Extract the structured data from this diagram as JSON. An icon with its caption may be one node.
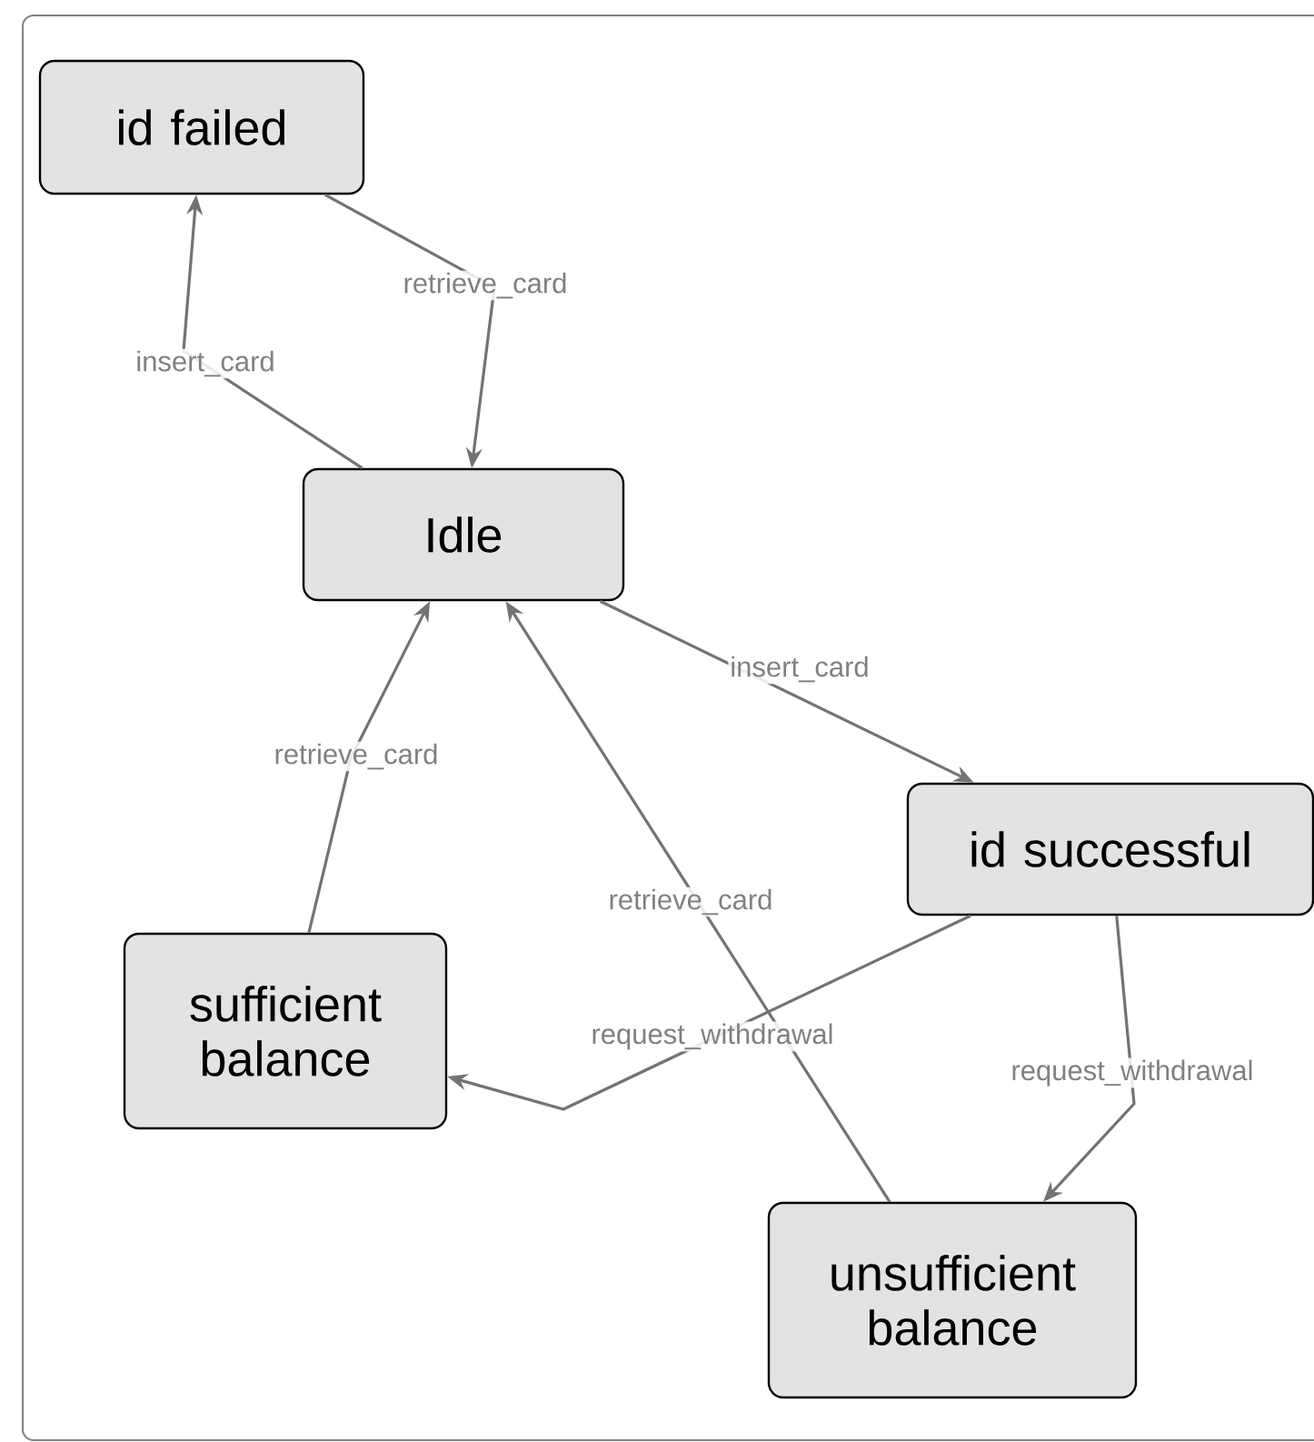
{
  "diagram": {
    "nodes": [
      {
        "text": [
          "id failed"
        ]
      },
      {
        "text": [
          "Idle"
        ]
      },
      {
        "text": [
          "id successful"
        ]
      },
      {
        "text": [
          "sufficient balance"
        ]
      },
      {
        "text": [
          "unsufficient balance"
        ]
      }
    ],
    "edges": [
      {
        "from": 1,
        "to": 0,
        "arrow": "to",
        "label": "insert_card"
      },
      {
        "from": 0,
        "to": 1,
        "arrow": "to",
        "label": "retrieve_card"
      },
      {
        "from": 1,
        "to": 2,
        "arrow": "to",
        "label": "insert_card"
      },
      {
        "from": 2,
        "to": 3,
        "arrow": "to",
        "label": "request_withdrawal"
      },
      {
        "from": 2,
        "to": 4,
        "arrow": "to",
        "label": "request_withdrawal"
      },
      {
        "from": 3,
        "to": 1,
        "arrow": "to",
        "label": "retrieve_card"
      },
      {
        "from": 4,
        "to": 1,
        "arrow": "to",
        "label": "retrieve_card"
      }
    ]
  }
}
